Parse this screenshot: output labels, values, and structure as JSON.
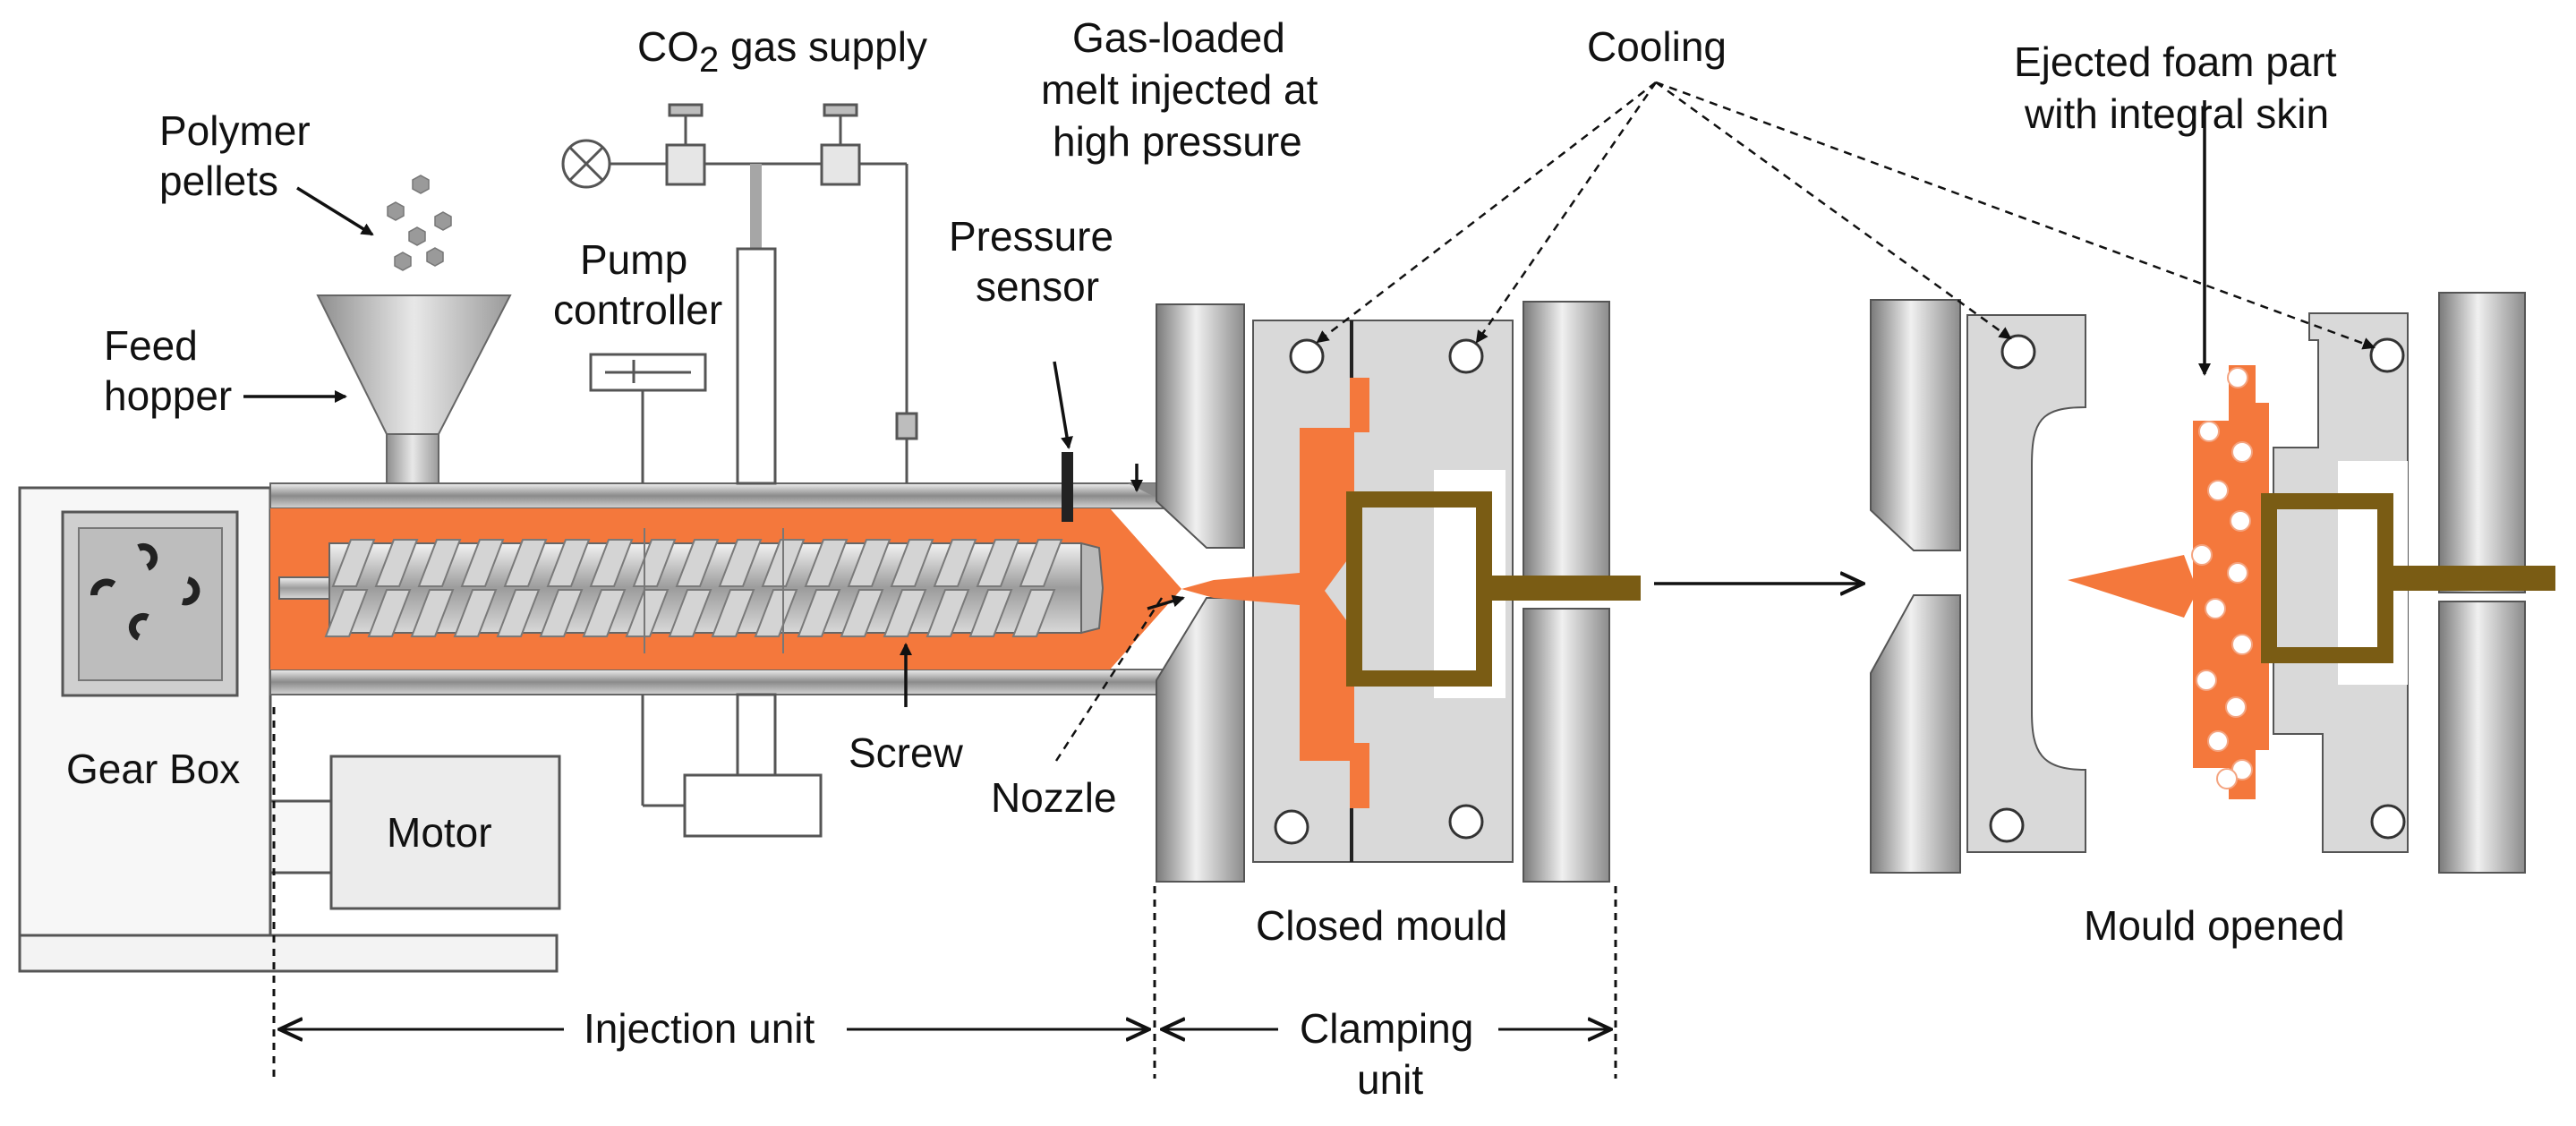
{
  "labels": {
    "co2_supply": {
      "prefix": "CO",
      "sub": "2",
      "suffix": " gas supply"
    },
    "polymer_pellets": [
      "Polymer",
      "pellets"
    ],
    "feed_hopper": [
      "Feed",
      "hopper"
    ],
    "pump_controller": [
      "Pump",
      "controller"
    ],
    "gas_loaded_melt": [
      "Gas-loaded",
      "melt injected at",
      "high pressure"
    ],
    "pressure_sensor": [
      "Pressure",
      "sensor"
    ],
    "cooling": "Cooling",
    "ejected_foam_part": [
      "Ejected foam part",
      "with integral skin"
    ],
    "gear_box": "Gear Box",
    "motor": "Motor",
    "screw": "Screw",
    "nozzle": "Nozzle",
    "closed_mould": "Closed mould",
    "mould_opened": "Mould opened",
    "injection_unit": "Injection unit",
    "clamping_unit": [
      "Clamping",
      "unit"
    ]
  },
  "colors": {
    "melt": "#f4783c",
    "part_frame": "#7a5c14",
    "barrel": "#9a9a9a",
    "platen": "#a7a7a7",
    "mould_plate": "#d9d9d9",
    "line": "#111111"
  }
}
